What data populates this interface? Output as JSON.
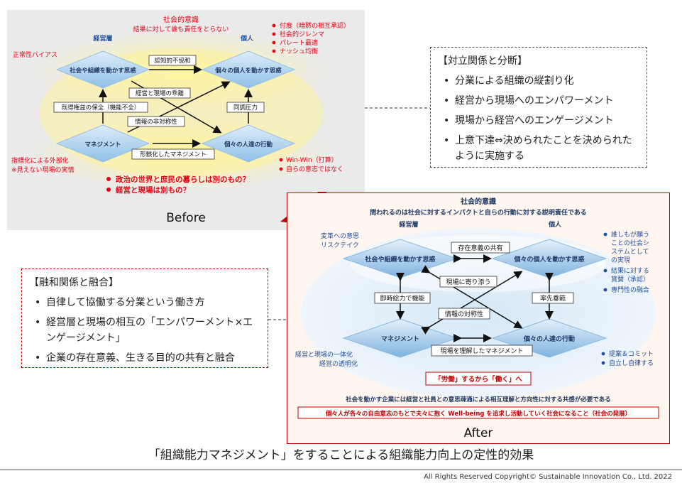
{
  "title": "「組織能力マネジメント」をすることによる組織能力向上の定性的効果",
  "copyright": "All Rights Reserved Copyright© Sustainable Innovation Co., Ltd.  2022",
  "colors": {
    "red": "#e60012",
    "blue": "#1f4e9e",
    "darkred": "#c00000",
    "yellow": "#fff17a",
    "diamond": "#9dc3e6"
  },
  "before": {
    "caption": "Before",
    "top_label": "社会的意識",
    "top_sub": "結果に対して誰も責任をとらない",
    "left_col": "経営層",
    "right_col": "個人",
    "left_note": "正常性バイアス",
    "bullets_tr": [
      "付度（暗黙の相互承認）",
      "社会的ジレンマ",
      "パレート最適",
      "ナッシュ均衡"
    ],
    "d_tl": "社会や組織を動かす思惑",
    "d_tr": "個々の個人を動かす思惑",
    "d_bl": "マネジメント",
    "d_br": "個々の人達の行動",
    "lbl_top": "認知的不協和",
    "lbl_mid": "経営と現場の乖離",
    "lbl_left": "既得権益の保全（機能不全）",
    "lbl_right": "同調圧力",
    "lbl_info": "情報の非対称性",
    "lbl_bottom": "形骸化したマネジメント",
    "bl_note1": "指標化による外部化",
    "bl_note2": "※見えない現場の実情",
    "br_bullets": [
      "Win-Win（打算）",
      "自らの意志ではなく"
    ],
    "bottom_bullets": [
      "政治の世界と庶民の暮らしは別のもの？",
      "経営と現場は別もの？"
    ]
  },
  "conflict_box": {
    "heading": "【対立関係と分断】",
    "items": [
      "分業による組織の縦割り化",
      "経営から現場へのエンパワーメント",
      "現場から経営へのエンゲージメント",
      "上意下達⇔決められたことを決められたように実施する"
    ]
  },
  "fusion_box": {
    "heading": "【融和関係と融合】",
    "items": [
      "自律して協働する分業という働き方",
      "経営層と現場の相互の「エンパワーメント×エンゲージメント」",
      "企業の存在意義、生きる目的の共有と融合"
    ]
  },
  "after": {
    "caption": "After",
    "top_label": "社会的意識",
    "top_sub": "問われるのは社会に対するインパクトと自らの行動に対する説明責任である",
    "left_col": "経営層",
    "right_col": "個人",
    "left_note1": "変革への意思",
    "left_note2": "リスクテイク",
    "right_bullets": [
      "誰しもが願うことの社会システムとしての実現",
      "結果に対する賞賛（承認）",
      "専門性の融合"
    ],
    "d_tl": "社会や組織を動かす思惑",
    "d_tr": "個々の個人を動かす思惑",
    "d_bl": "マネジメント",
    "d_br": "個々の人達の行動",
    "lbl_top": "存在意義の共有",
    "lbl_mid": "現場に寄り添う",
    "lbl_left": "即時総力で機能",
    "lbl_right": "率先垂範",
    "lbl_info": "情報の対称性",
    "lbl_bottom": "現場を理解したマネジメント",
    "bl_note1": "経営と現場の一体化",
    "bl_note2": "経営の透明化",
    "br_bullets": [
      "提案＆コミット",
      "自立し自律する"
    ],
    "slogan": "「労働」するから「働く」へ",
    "bottom1": "社会を動かす企業には経営と社員との意思疎通による相互理解と方向性に対する共感が必要である",
    "bottom2": "個々人が各々の自由意志のもとで夫々に抱く Well-being を追求し活動していく社会になること（社会の発展）"
  }
}
